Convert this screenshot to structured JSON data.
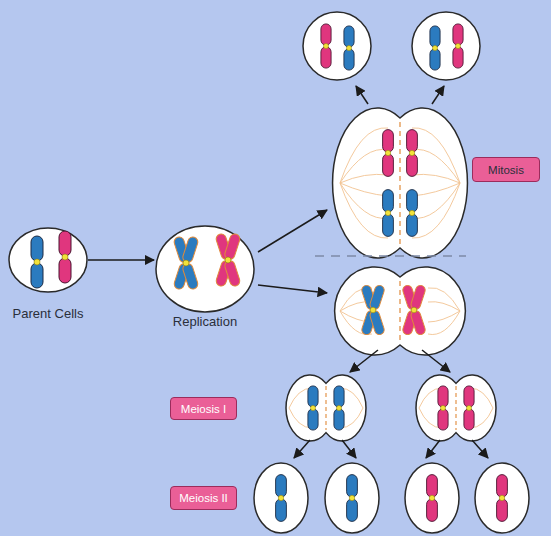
{
  "diagram": {
    "nodes": [
      {
        "text": [
          "Parent Cells"
        ]
      },
      {
        "text": [
          "Replication"
        ]
      },
      {
        "text": [
          "Mitosis"
        ]
      },
      {
        "text": [
          "Meiosis I"
        ]
      },
      {
        "text": [
          "Meiosis II"
        ]
      }
    ],
    "edges": [
      {
        "from": 0,
        "to": 1,
        "arrow": "to"
      }
    ]
  }
}
